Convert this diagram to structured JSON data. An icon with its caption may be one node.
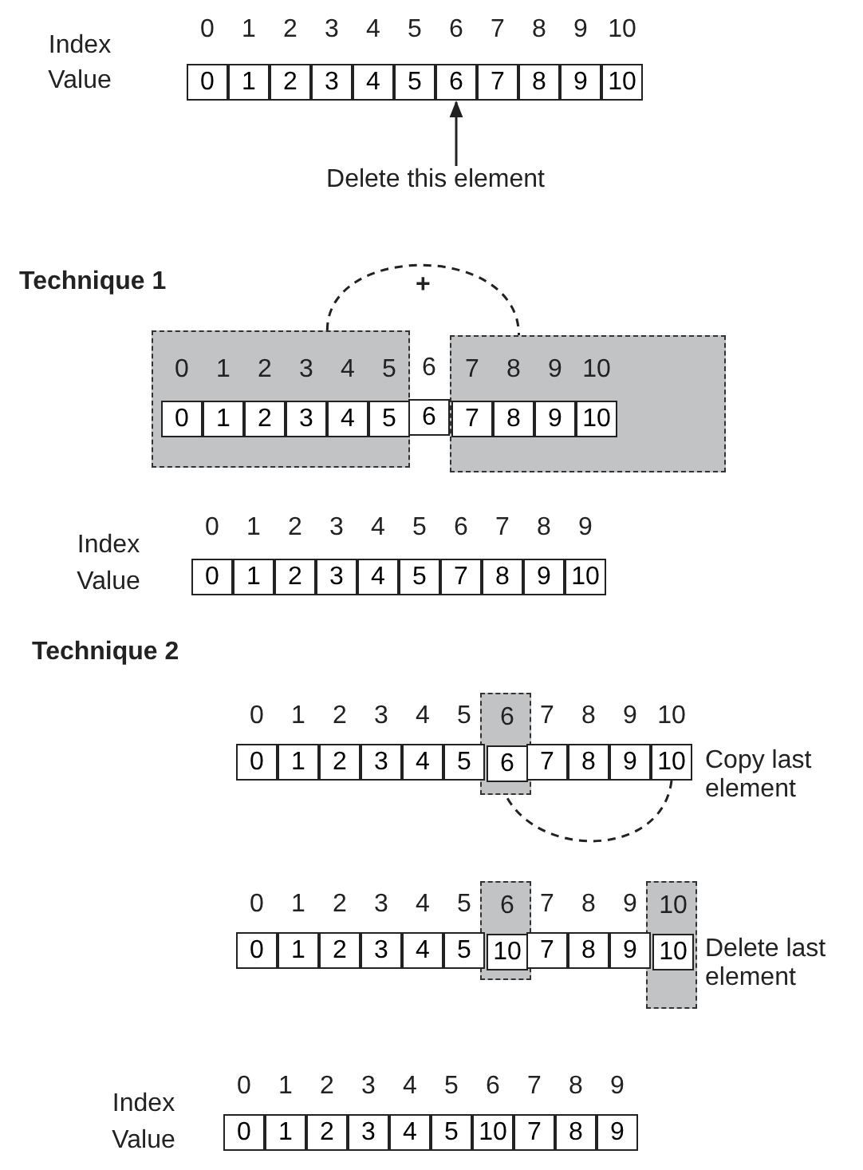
{
  "diagram": {
    "nodes": [
      {
        "text": [
          "Delete this element"
        ]
      },
      {
        "text": [
          "6"
        ]
      },
      {
        "text": [
          "0",
          "1",
          "2",
          "3",
          "4",
          "5",
          "0",
          "1",
          "2",
          "3",
          "4",
          "5"
        ]
      },
      {
        "text": [
          "7",
          "8",
          "9",
          "10",
          "7",
          "8",
          "9",
          "10"
        ]
      },
      {
        "text": [
          "6",
          "6"
        ]
      },
      {
        "text": [
          "10"
        ]
      },
      {
        "text": [
          "6",
          "10"
        ]
      },
      {
        "text": [
          "10",
          "10"
        ]
      }
    ],
    "edges": [
      {
        "from": 0,
        "to": 1,
        "arrow": "to"
      },
      {
        "from": 2,
        "to": 3,
        "arrow": "none",
        "style": "dashed",
        "label": "+"
      },
      {
        "from": 5,
        "to": 4,
        "arrow": "none",
        "style": "dashed"
      }
    ],
    "labels": [
      "0",
      "1",
      "2",
      "3",
      "4",
      "5",
      "6",
      "7",
      "8",
      "9",
      "10",
      "Index",
      "Value",
      "0",
      "1",
      "2",
      "3",
      "4",
      "5",
      "7",
      "8",
      "9",
      "10",
      "Technique 1",
      "6",
      "6",
      "0",
      "1",
      "2",
      "3",
      "4",
      "5",
      "6",
      "7",
      "8",
      "9",
      "Index",
      "Value",
      "0",
      "1",
      "2",
      "3",
      "4",
      "5",
      "7",
      "8",
      "9",
      "10",
      "Technique 2",
      "0",
      "1",
      "2",
      "3",
      "4",
      "5",
      "7",
      "8",
      "9",
      "10",
      "0",
      "1",
      "2",
      "3",
      "4",
      "5",
      "7",
      "8",
      "9",
      "Copy last element",
      "0",
      "1",
      "2",
      "3",
      "4",
      "5",
      "7",
      "8",
      "9",
      "0",
      "1",
      "2",
      "3",
      "4",
      "5",
      "7",
      "8",
      "9",
      "Delete last element",
      "0",
      "1",
      "2",
      "3",
      "4",
      "5",
      "6",
      "7",
      "8",
      "9",
      "Index",
      "Value",
      "0",
      "1",
      "2",
      "3",
      "4",
      "5",
      "10",
      "7",
      "8",
      "9"
    ]
  }
}
